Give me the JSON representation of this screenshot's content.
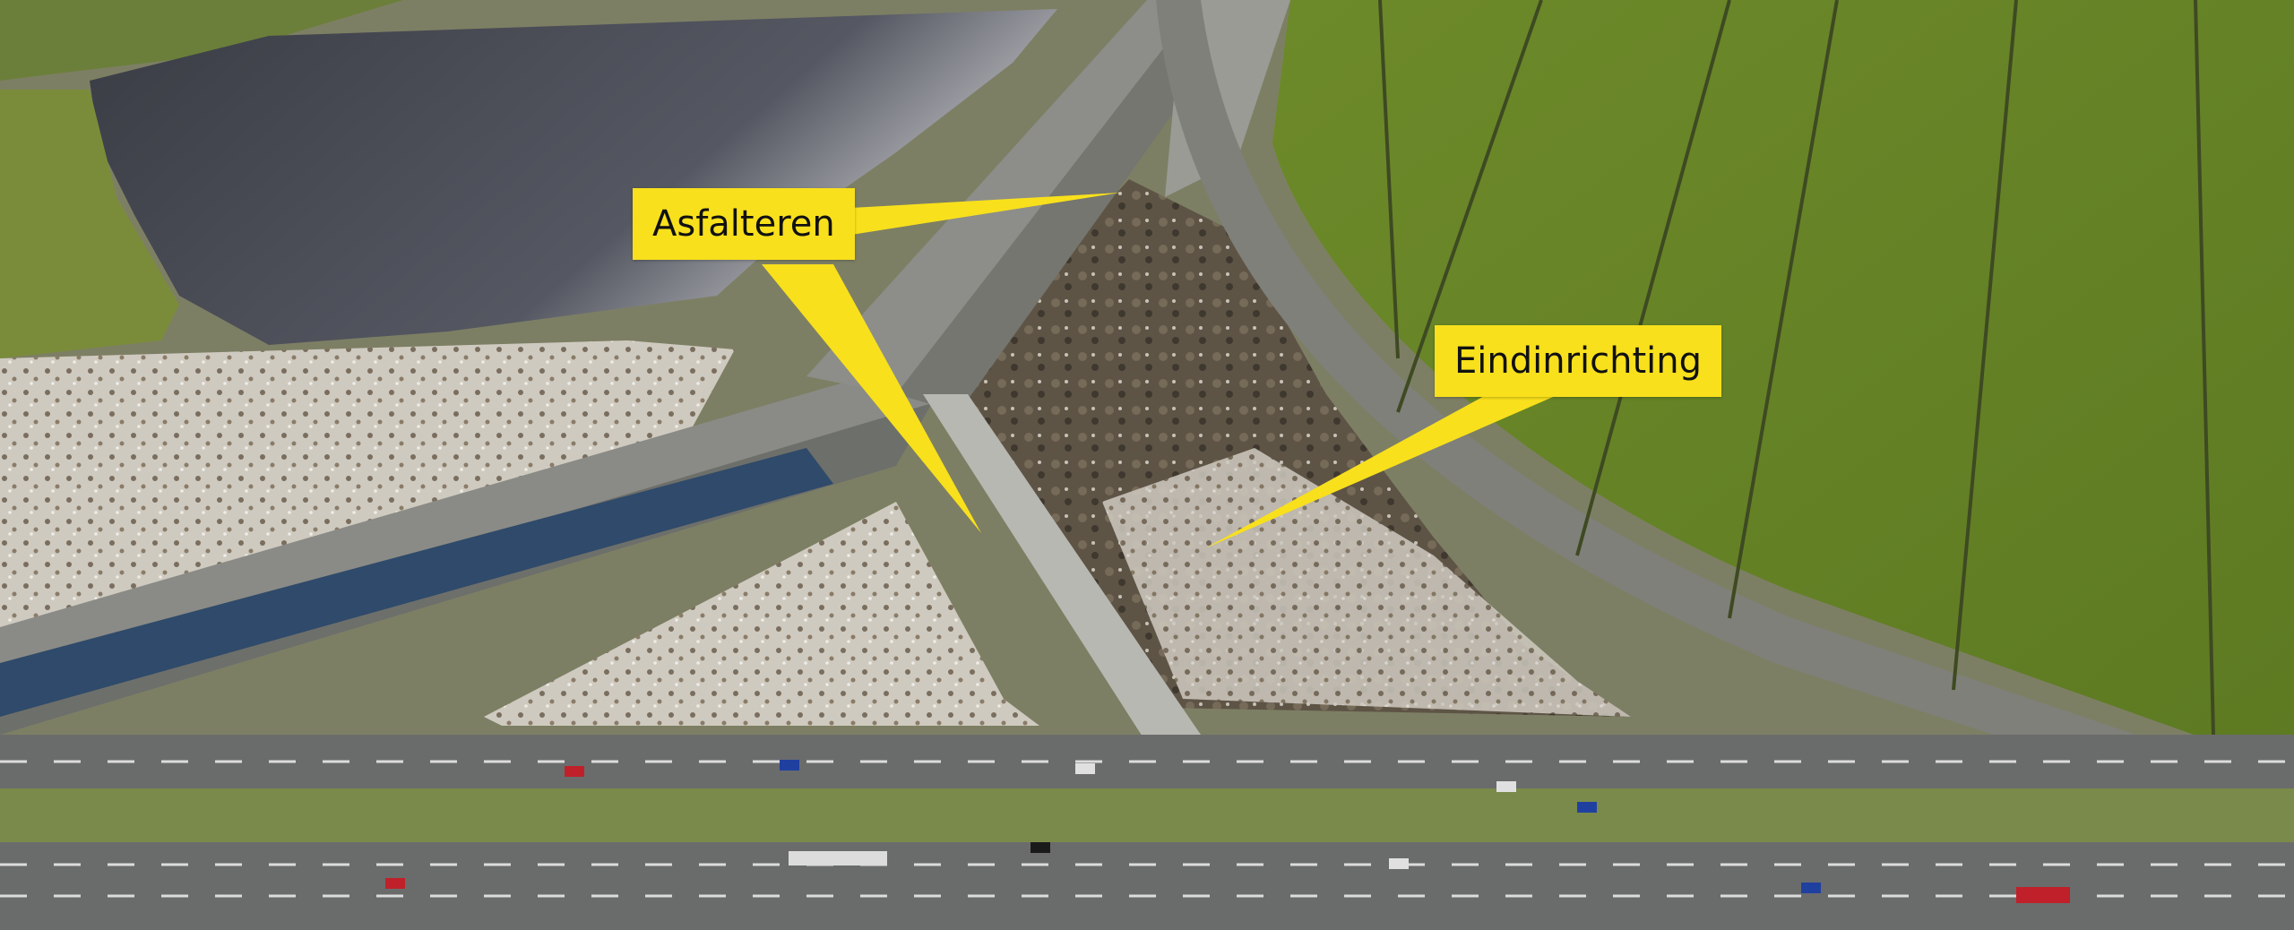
{
  "annotations": [
    {
      "id": "asfalteren",
      "label": "Asfalteren"
    },
    {
      "id": "eindinrichting",
      "label": "Eindinrichting"
    }
  ],
  "colors": {
    "callout": "#f8e01c",
    "callout_text": "#111111",
    "water": "#4a4a52",
    "grass": "#6f8a2c",
    "road": "#5c5f63",
    "snow": "#dcd8d0"
  }
}
